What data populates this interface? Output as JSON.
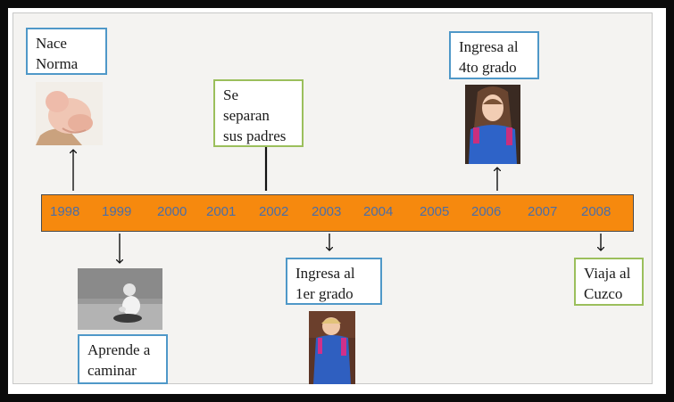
{
  "years": [
    "1998",
    "1999",
    "2000",
    "2001",
    "2002",
    "2003",
    "2004",
    "2005",
    "2006",
    "2007",
    "2008"
  ],
  "events": {
    "nace": "Nace\nNorma",
    "aprende": "Aprende a\ncaminar",
    "separan": "Se\nseparan\nsus padres",
    "ingresa1": "Ingresa al\n1er grado",
    "ingresa4": "Ingresa al\n4to grado",
    "viaja": "Viaja al\nCuzco"
  },
  "colors": {
    "bar": "#f6890e",
    "year_text": "#4a6ea8",
    "box_blue": "#4f98c8",
    "box_green": "#9bbf5c"
  },
  "photos": {
    "newborn": "photo-newborn",
    "baby_sitting": "photo-baby-sitting",
    "child_first_grade": "photo-child-first-grade",
    "girl_fourth_grade": "photo-girl-fourth-grade"
  }
}
